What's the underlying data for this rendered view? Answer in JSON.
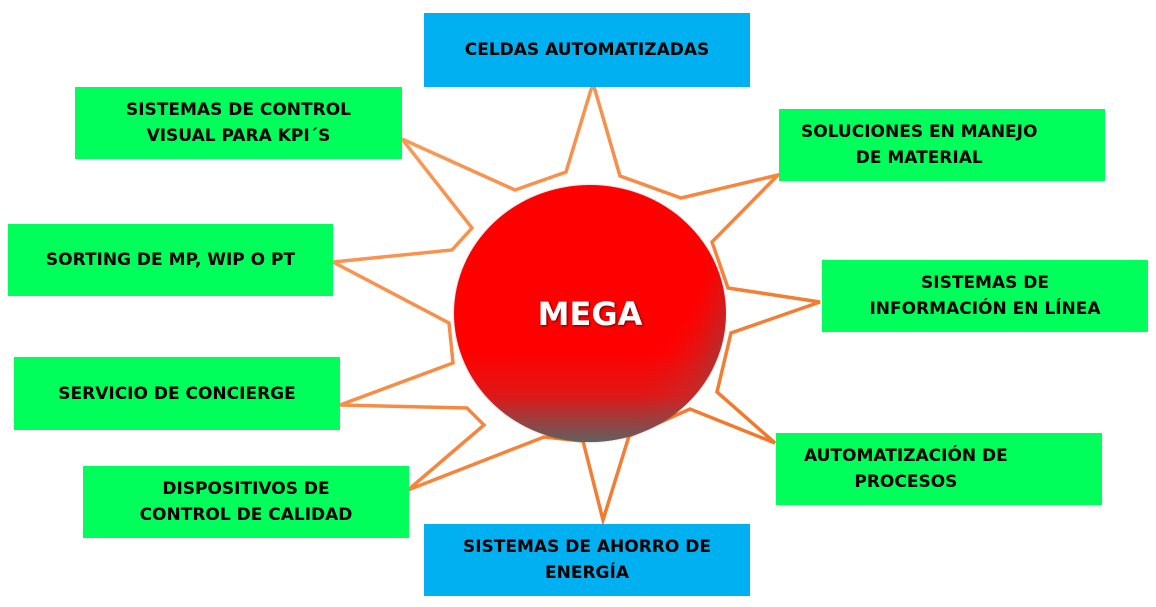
{
  "center": {
    "label": "MEGA"
  },
  "colors": {
    "green_box": "#00ff5a",
    "blue_box": "#00b0f0",
    "star_stroke": "#fb8c3c",
    "center_fill": "#ff0000",
    "center_shade": "#606060"
  },
  "nodes": [
    {
      "id": "celdas",
      "label": "CELDAS AUTOMATIZADAS",
      "color": "blue"
    },
    {
      "id": "soluciones",
      "label": "SOLUCIONES EN MANEJO\nDE MATERIAL",
      "color": "green"
    },
    {
      "id": "informacion",
      "label": "SISTEMAS DE\nINFORMACIÓN EN LÍNEA",
      "color": "green"
    },
    {
      "id": "automatizacion",
      "label": "AUTOMATIZACIÓN DE\nPROCESOS",
      "color": "green"
    },
    {
      "id": "ahorro",
      "label": "SISTEMAS DE AHORRO DE\nENERGÍA",
      "color": "blue"
    },
    {
      "id": "calidad",
      "label": "DISPOSITIVOS DE\nCONTROL DE CALIDAD",
      "color": "green"
    },
    {
      "id": "concierge",
      "label": "SERVICIO DE CONCIERGE",
      "color": "green"
    },
    {
      "id": "sorting",
      "label": "SORTING DE MP, WIP O PT",
      "color": "green"
    },
    {
      "id": "kpi",
      "label": "SISTEMAS DE CONTROL\nVISUAL PARA KPI´S",
      "color": "green"
    }
  ]
}
